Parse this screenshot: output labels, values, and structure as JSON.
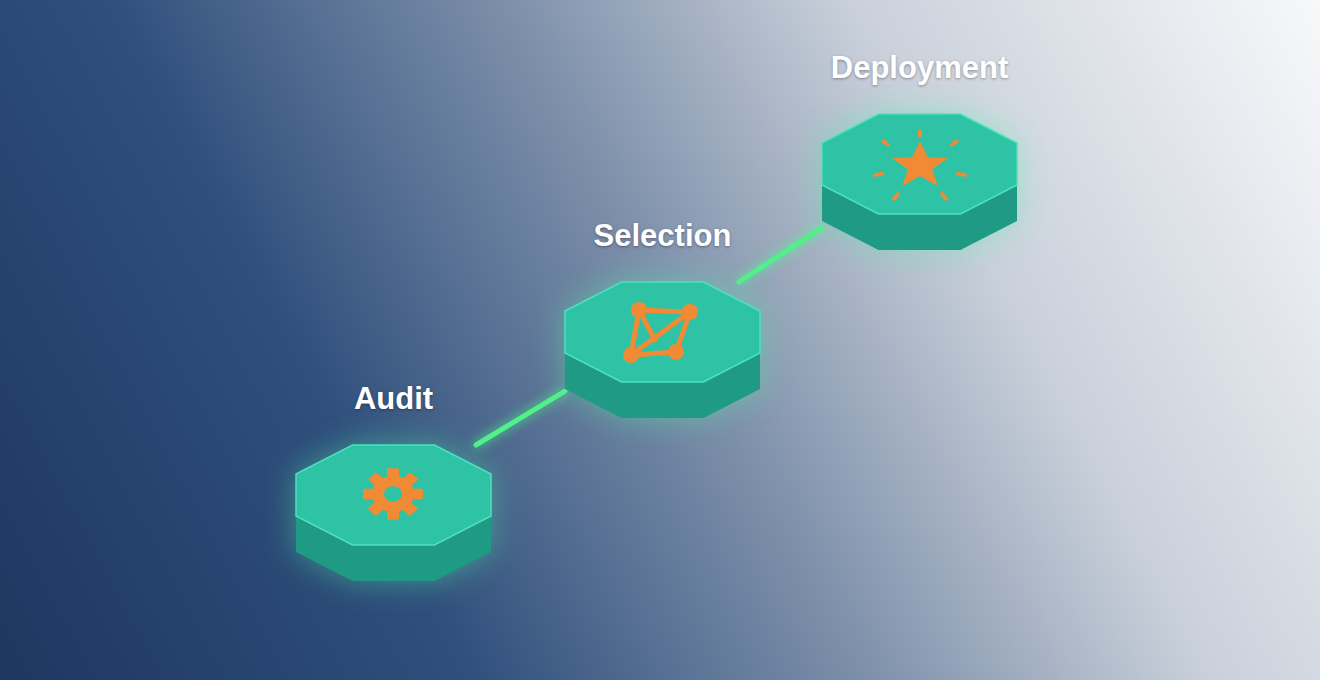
{
  "diagram": {
    "nodes": [
      {
        "text": [
          "Audit"
        ]
      },
      {
        "text": [
          "Selection"
        ]
      },
      {
        "text": [
          "Deployment"
        ]
      }
    ],
    "edges": [
      {
        "from": 0,
        "to": 1,
        "arrow": "none"
      },
      {
        "from": 1,
        "to": 2,
        "arrow": "none"
      }
    ]
  }
}
